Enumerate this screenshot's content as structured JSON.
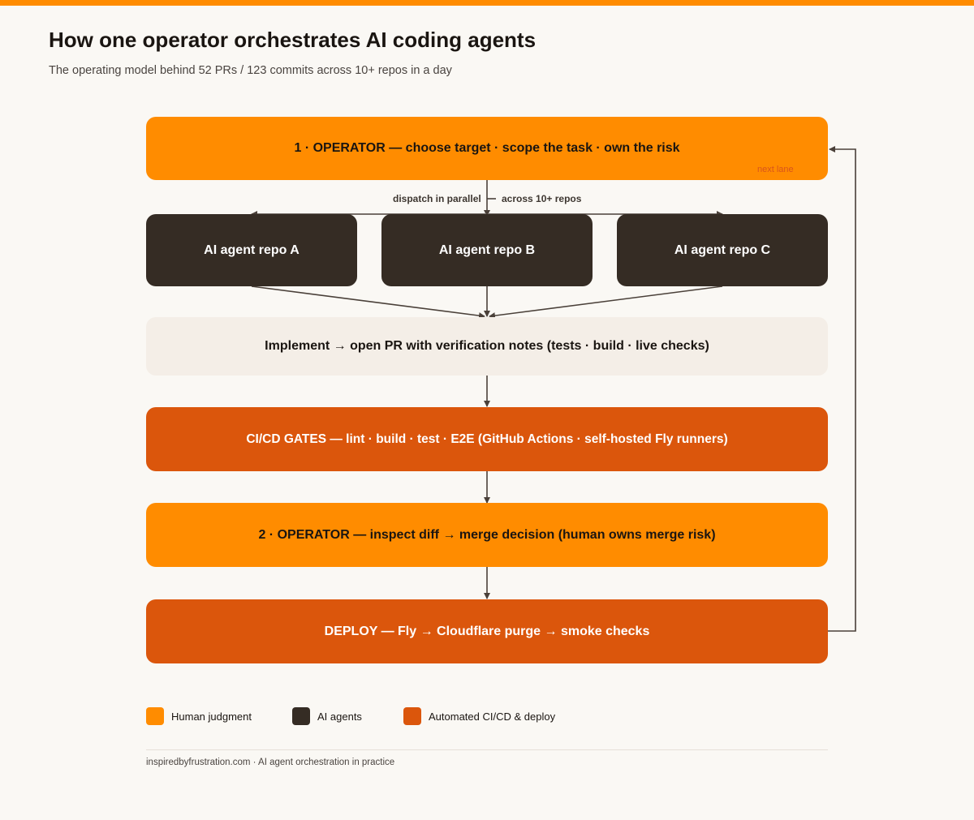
{
  "header": {
    "title": "How one operator orchestrates AI coding agents",
    "subtitle": "The operating model behind 52 PRs / 123 commits across 10+ repos in a day"
  },
  "flow": {
    "operator_1": "1 · OPERATOR — choose target · scope the task · own the risk",
    "loop_label": "next lane",
    "dispatch_left": "dispatch in parallel",
    "dispatch_right": "across 10+ repos",
    "agents": [
      "AI agent repo A",
      "AI agent repo B",
      "AI agent repo C"
    ],
    "implement": "Implement → open PR with verification notes (tests · build · live checks)",
    "cicd": "CI/CD GATES — lint · build · test · E2E (GitHub Actions · self-hosted Fly runners)",
    "operator_2": "2 · OPERATOR — inspect diff → merge decision (human owns merge risk)",
    "deploy": "DEPLOY — Fly → Cloudflare purge → smoke checks"
  },
  "legend": [
    {
      "label": "Human judgment",
      "color": "#ff8c00"
    },
    {
      "label": "AI agents",
      "color": "#352c24"
    },
    {
      "label": "Automated CI/CD & deploy",
      "color": "#db560c"
    }
  ],
  "footer": {
    "text": "inspiredbyfrustration.com · AI agent orchestration in practice"
  },
  "colors": {
    "accent_orange": "#ff8c00",
    "agent_dark": "#352c24",
    "automation_orange": "#db560c",
    "neutral_panel": "#f4eee7",
    "connector": "#4a4039"
  }
}
